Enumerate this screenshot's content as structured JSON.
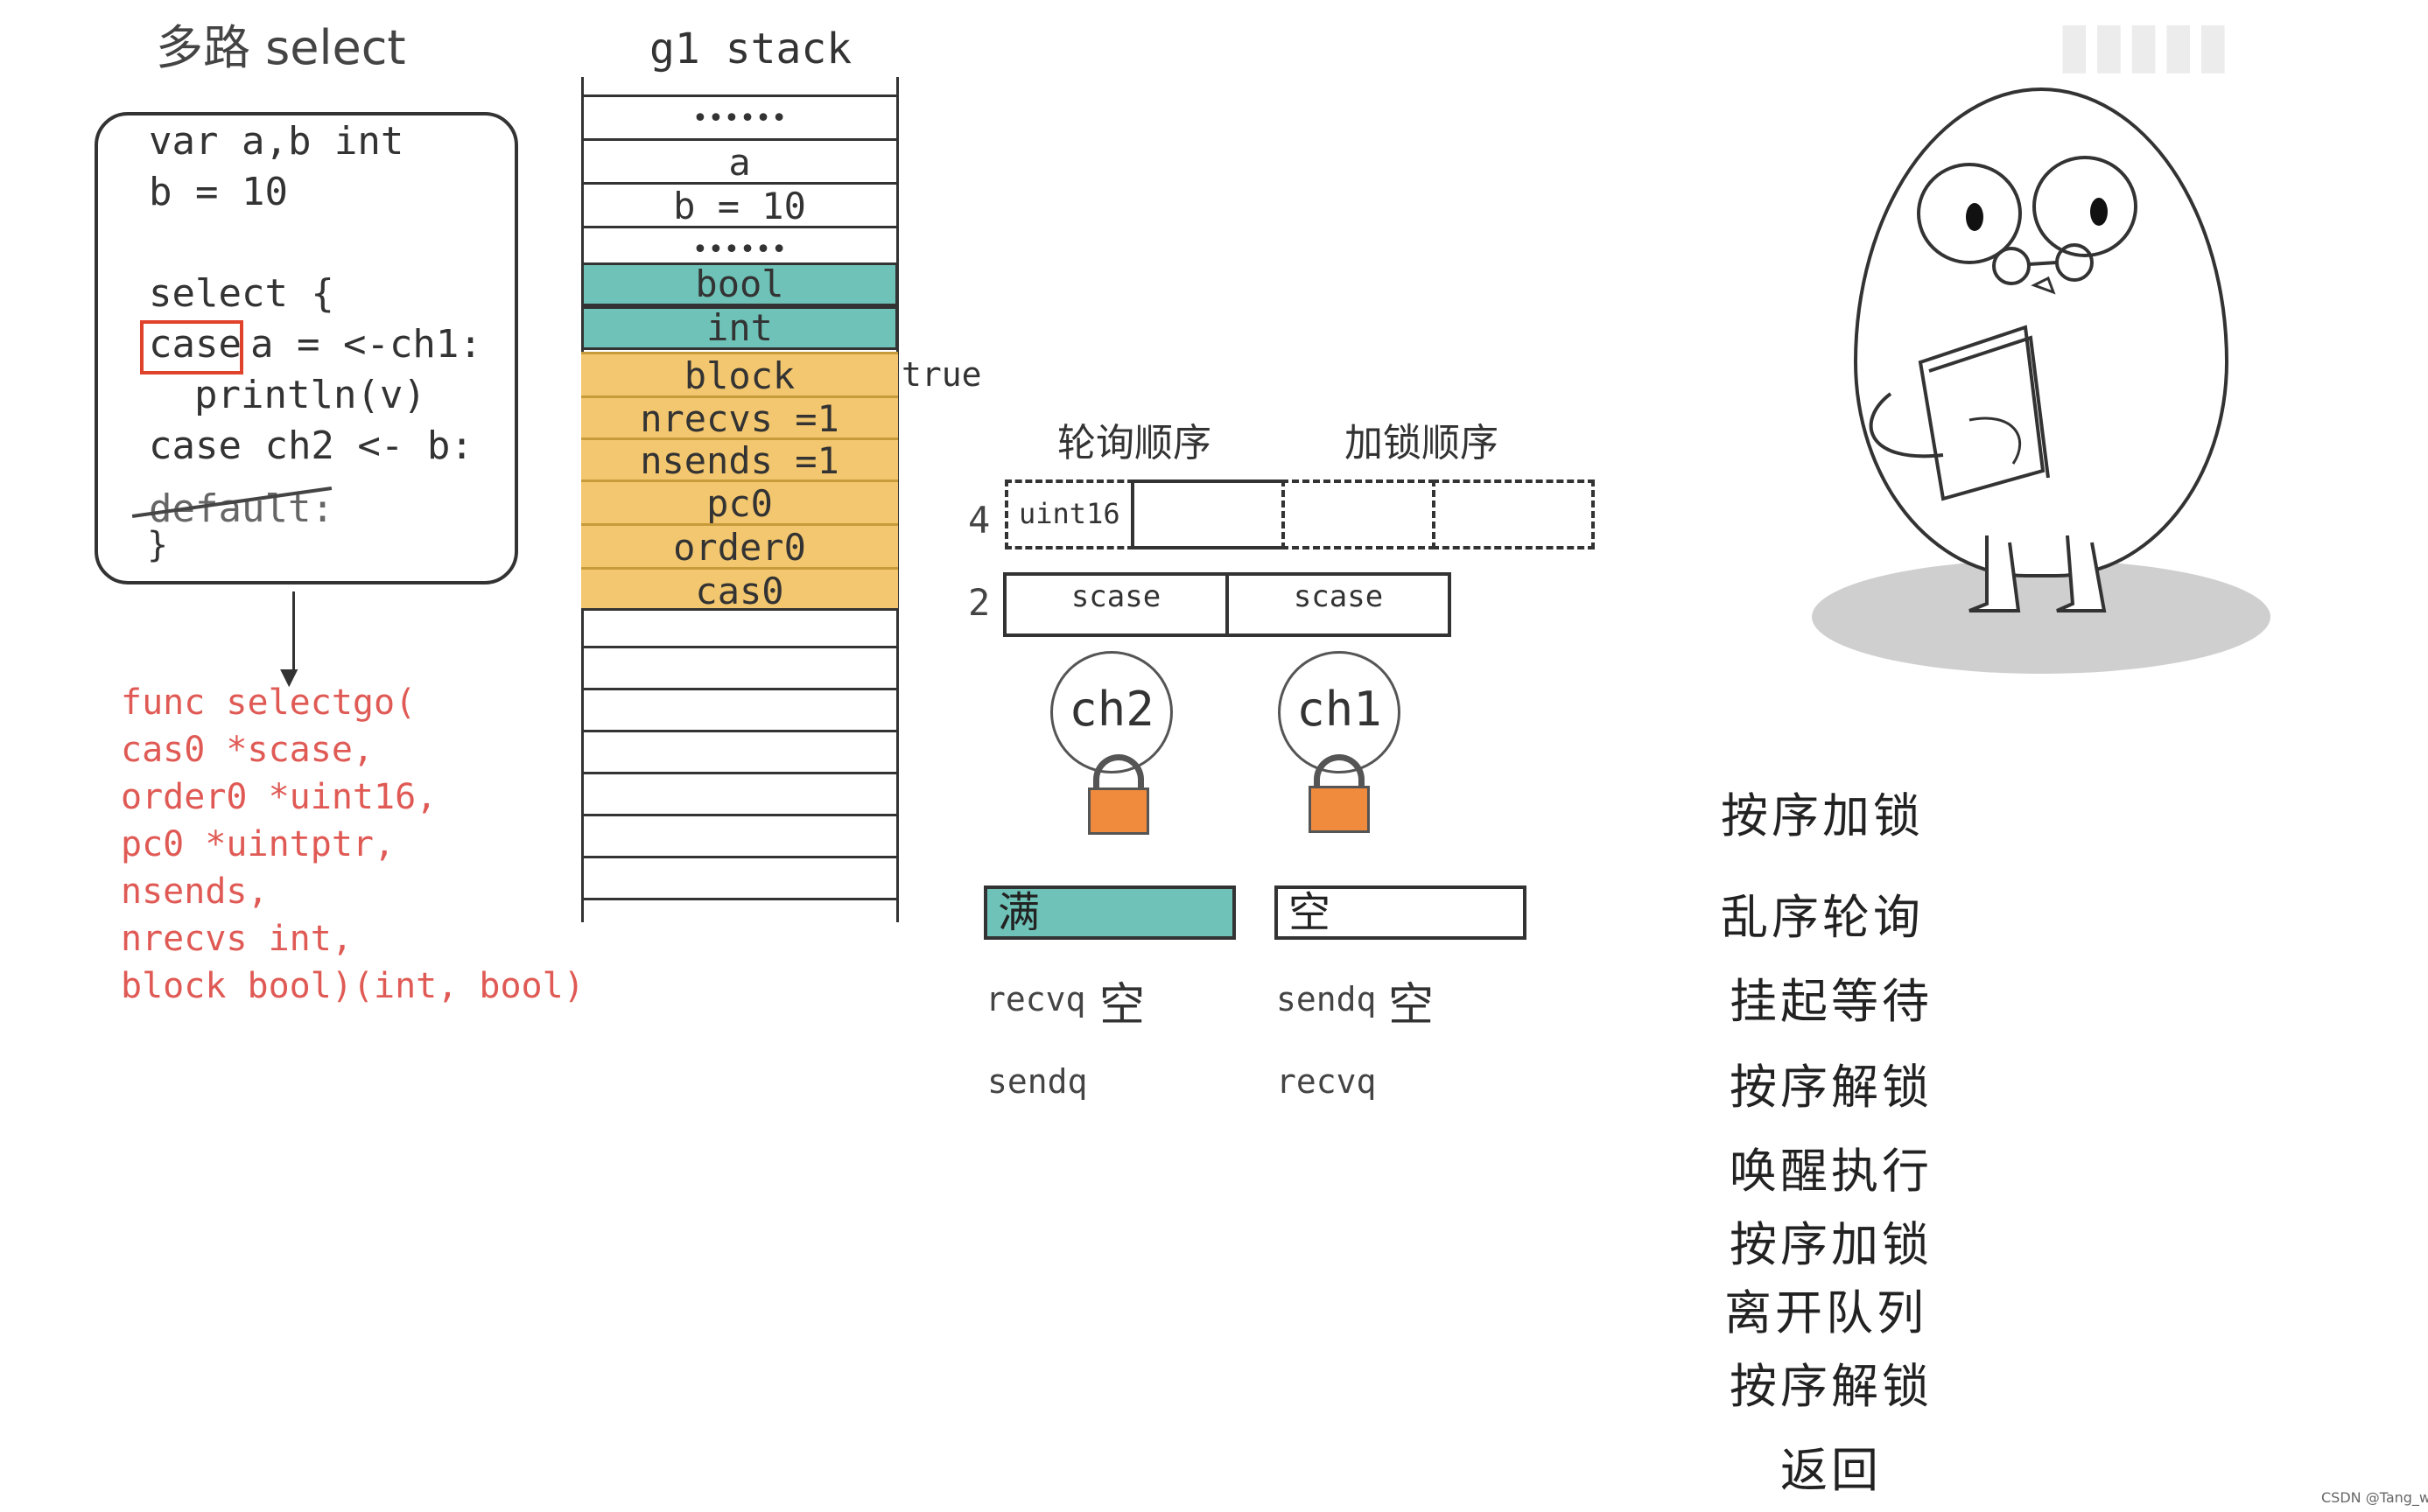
{
  "title": "多路 select",
  "code": {
    "lines": [
      "var a,b int",
      "b = 10",
      "select {",
      "case",
      "a = <-ch1:",
      "println(v)",
      "case ch2 <- b:",
      "default:",
      "}"
    ]
  },
  "func": {
    "lines": [
      "func selectgo(",
      "cas0 *scase,",
      "order0 *uint16,",
      "pc0 *uintptr,",
      "nsends,",
      "nrecvs int,",
      "block bool)(int, bool)"
    ]
  },
  "stack": {
    "title": "g1 stack",
    "slots": [
      "••••••",
      "a",
      "b = 10",
      "••••••",
      "bool",
      "int",
      "block",
      "nrecvs =1",
      "nsends =1",
      "pc0",
      "order0",
      "cas0"
    ],
    "true_label": "true"
  },
  "orders": {
    "poll_header": "轮询顺序",
    "lock_header": "加锁顺序",
    "count_order": "4",
    "count_scase": "2",
    "uint16": "uint16",
    "scase_a": "scase",
    "scase_b": "scase"
  },
  "channels": {
    "left_name": "ch2",
    "right_name": "ch1",
    "left_buf": "满",
    "right_buf": "空",
    "left_recvq": "recvq",
    "left_recvq_state": "空",
    "left_sendq": "sendq",
    "right_sendq": "sendq",
    "right_sendq_state": "空",
    "right_recvq": "recvq",
    "lock_color": "#f08a3c",
    "full_color": "#6fc2b8"
  },
  "steps": [
    "按序加锁",
    "乱序轮询",
    "挂起等待",
    "按序解锁",
    "唤醒执行",
    "按序加锁",
    "离开队列",
    "按序解锁",
    "返回"
  ],
  "credit": "CSDN @Tang_ww"
}
